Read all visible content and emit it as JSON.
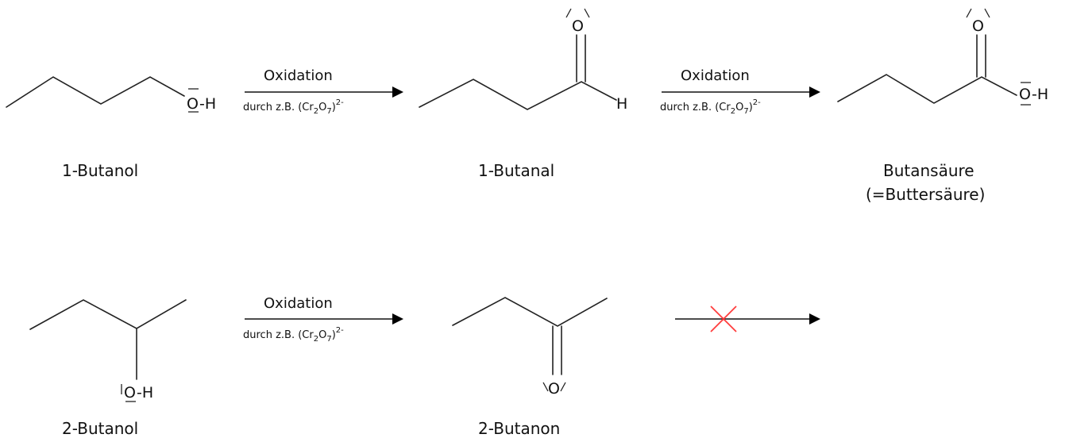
{
  "molecules": {
    "butanol1": {
      "name": "1-Butanol",
      "oh_o": "O",
      "oh_h": "-H"
    },
    "butanal1": {
      "name": "1-Butanal",
      "o": "O",
      "h": "H"
    },
    "butanoic": {
      "name": "Butansäure",
      "alt_name": "(=Buttersäure)",
      "o_top": "O",
      "oh_o": "O",
      "oh_h": "-H"
    },
    "butanol2": {
      "name": "2-Butanol",
      "oh_o": "O",
      "oh_h": "-H"
    },
    "butanon2": {
      "name": "2-Butanon",
      "o": "O"
    }
  },
  "reactions": {
    "r1": {
      "label": "Oxidation",
      "reagent_prefix": "durch z.B. (Cr",
      "sub1": "2",
      "mid": "O",
      "sub2": "7",
      "close": ")",
      "charge": "2-"
    },
    "r2": {
      "label": "Oxidation",
      "reagent_prefix": "durch z.B. (Cr",
      "sub1": "2",
      "mid": "O",
      "sub2": "7",
      "close": ")",
      "charge": "2-"
    },
    "r3": {
      "label": "Oxidation",
      "reagent_prefix": "durch z.B. (Cr",
      "sub1": "2",
      "mid": "O",
      "sub2": "7",
      "close": ")",
      "charge": "2-"
    }
  },
  "blocked_reaction": {
    "marker_color": "#ff3b3b"
  }
}
